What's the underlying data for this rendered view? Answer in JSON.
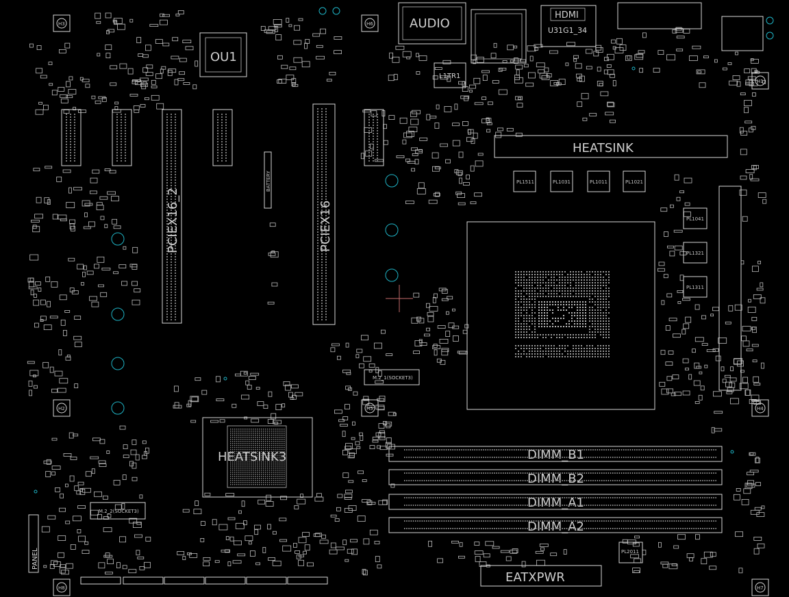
{
  "labels": {
    "audio": "AUDIO",
    "hdmi": "HDMI",
    "u31g1": "U31G1_34",
    "ou1": "OU1",
    "l1tr1": "L1TR1",
    "heatsink": "HEATSINK",
    "pciex16_left": "PCIEX16_2",
    "pciex16_main": "PCIEX16",
    "heatsink3": "HEATSINK3",
    "m2_socket3": "M.2_1(SOCKET3)",
    "m2_2_socket3": "M.2_2(SOCKET3)",
    "dimm_b1": "DIMM_B1",
    "dimm_b2": "DIMM_B2",
    "dimm_a1": "DIMM_A1",
    "dimm_a2": "DIMM_A2",
    "eatxpwr": "EATXPWR",
    "panel": "PANEL",
    "battery": "BATTERY",
    "pl1511": "PL1511",
    "pl1031": "PL1031",
    "pl1011": "PL1011",
    "pl1021": "PL1021",
    "pl1041": "PL1041",
    "pl1321": "PL1321",
    "pl1311": "PL1311",
    "pl2011": "PL2011",
    "h1": "H1",
    "h2": "H2",
    "h3": "H3",
    "h4": "H4",
    "h5": "H5",
    "h6": "H6",
    "h7": "H7",
    "h8": "H8"
  },
  "colors": {
    "background": "#000000",
    "silkscreen": "#d8d8d8",
    "mount_hole": "#1fb6c8",
    "crosshair": "#c46a6a"
  }
}
